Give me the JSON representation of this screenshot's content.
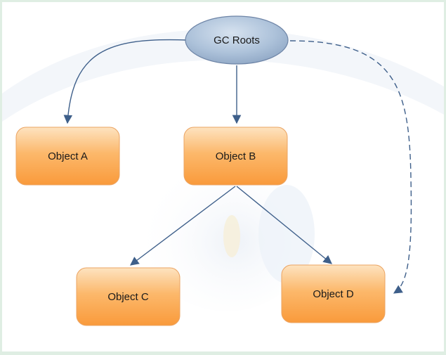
{
  "diagram": {
    "nodes": {
      "gc_roots": "GC Roots",
      "object_a": "Object A",
      "object_b": "Object B",
      "object_c": "Object C",
      "object_d": "Object D"
    },
    "colors": {
      "root_fill": "#a9bfd9",
      "root_stroke": "#6d84a6",
      "box_fill": "#fba54e",
      "box_highlight": "#fde3c0",
      "box_stroke": "#e9a060",
      "arrow": "#3e5f8a",
      "background": "#ffffff",
      "frame": "#dfeee3"
    },
    "edges": [
      {
        "from": "GC Roots",
        "to": "Object A",
        "style": "solid"
      },
      {
        "from": "GC Roots",
        "to": "Object B",
        "style": "solid"
      },
      {
        "from": "GC Roots",
        "to": "Object D",
        "style": "dashed"
      },
      {
        "from": "Object B",
        "to": "Object C",
        "style": "solid"
      },
      {
        "from": "Object B",
        "to": "Object D",
        "style": "solid"
      }
    ]
  }
}
